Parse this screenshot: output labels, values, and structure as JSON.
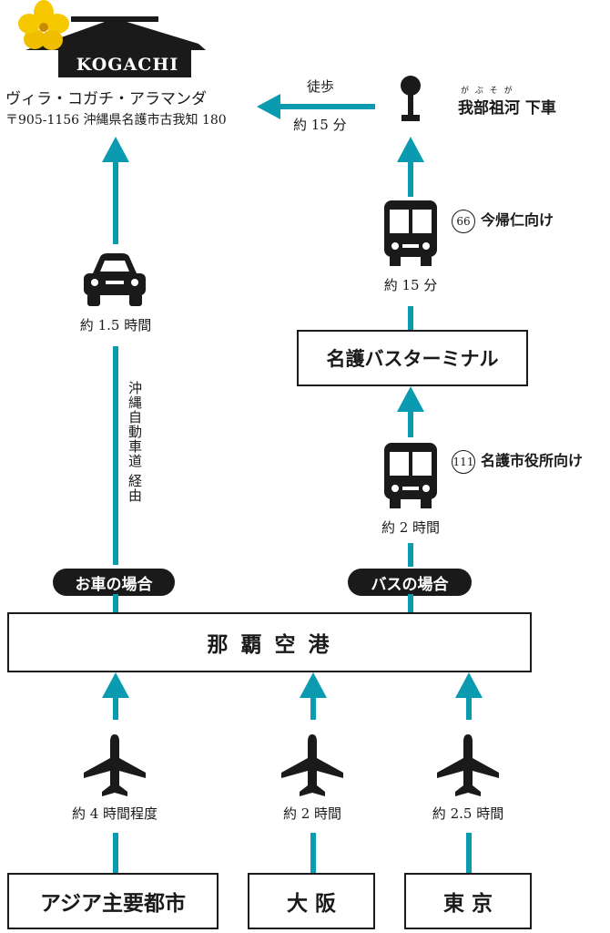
{
  "logo": {
    "text": "KOGACHI"
  },
  "destination": {
    "name": "ヴィラ・コガチ・アラマンダ",
    "address": "〒905-1156 沖縄県名護市古我知 180"
  },
  "walk": {
    "label": "徒歩",
    "time": "約 15 分"
  },
  "bus_stop": {
    "ruby": "が ぶ そ が",
    "name": "我部祖河 下車"
  },
  "car_route": {
    "time": "約 1.5 時間",
    "via": "沖縄自動車道 経由",
    "badge": "お車の場合"
  },
  "bus_route": {
    "bus1_number": "66",
    "bus1_dest": "今帰仁向け",
    "bus1_time": "約 15 分",
    "terminal": "名護バスターミナル",
    "bus2_number": "111",
    "bus2_dest": "名護市役所向け",
    "bus2_time": "約 2 時間",
    "badge": "バスの場合"
  },
  "airport": {
    "name": "那 覇 空 港"
  },
  "flights": [
    {
      "time": "約 4 時間程度",
      "origin": "アジア主要都市"
    },
    {
      "time": "約 2 時間",
      "origin": "大 阪"
    },
    {
      "time": "約 2.5 時間",
      "origin": "東 京"
    }
  ],
  "colors": {
    "route": "#0a9bb0",
    "ink": "#1a1a1a",
    "flower": "#f5c800"
  }
}
